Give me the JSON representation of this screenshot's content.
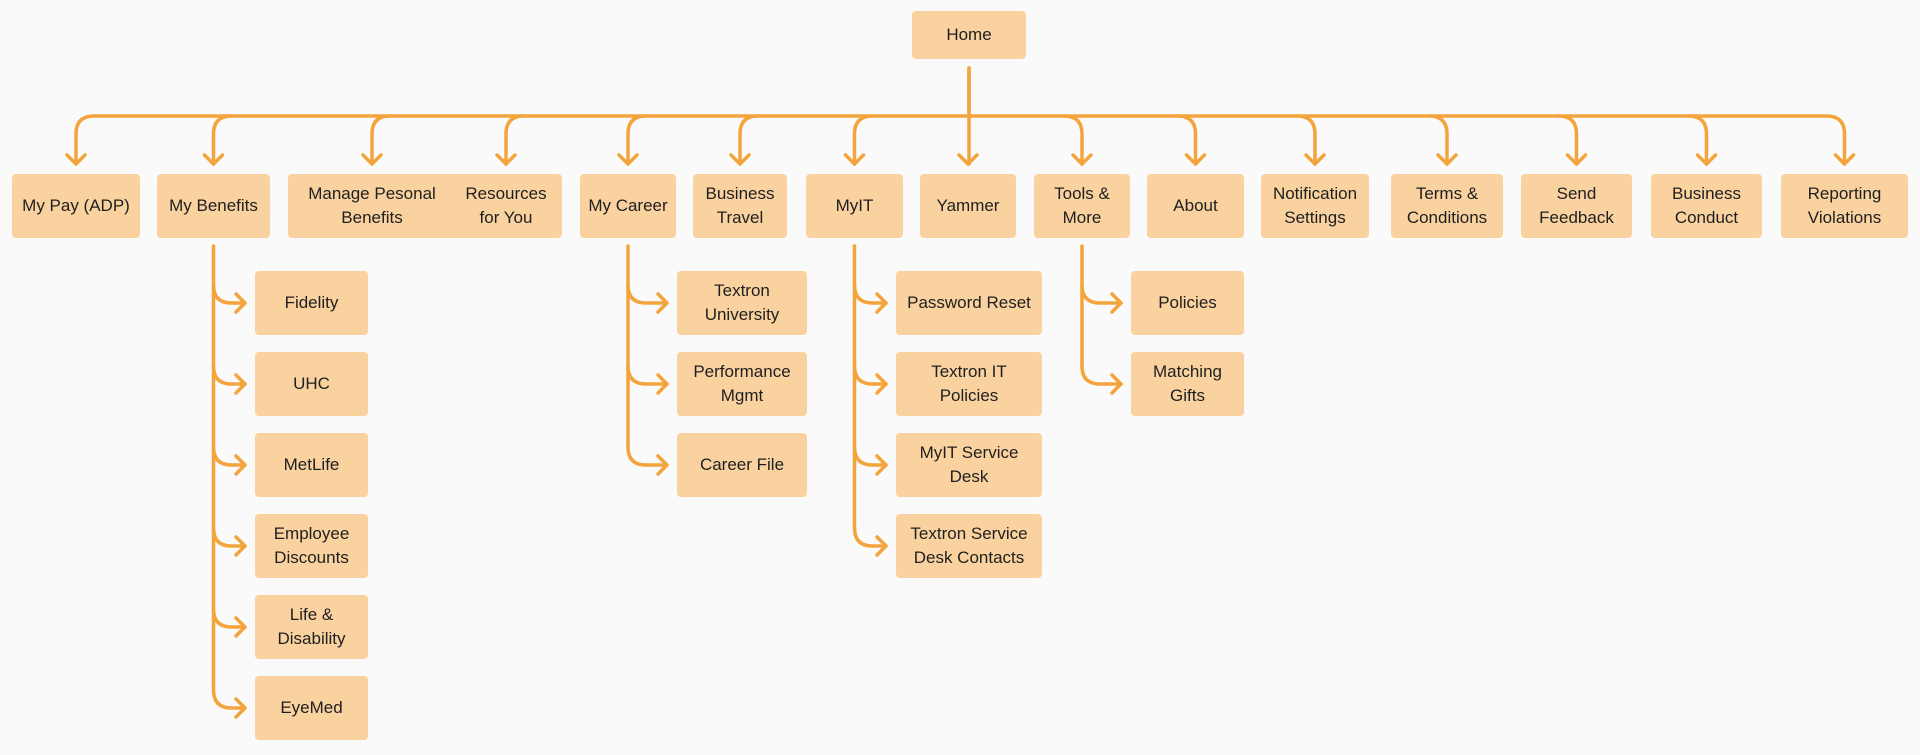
{
  "colors": {
    "node_fill": "#f9d29f",
    "connector": "#f3a43c",
    "background": "#fafafa",
    "text": "#1f1f1f"
  },
  "root": {
    "id": "home",
    "label": "Home"
  },
  "top_level": [
    {
      "id": "my-pay-adp",
      "label": "My Pay (ADP)",
      "children": []
    },
    {
      "id": "my-benefits",
      "label": "My Benefits",
      "children": [
        {
          "id": "fidelity",
          "label": "Fidelity"
        },
        {
          "id": "uhc",
          "label": "UHC"
        },
        {
          "id": "metlife",
          "label": "MetLife"
        },
        {
          "id": "employee-discounts",
          "label": "Employee\nDiscounts"
        },
        {
          "id": "life-disability",
          "label": "Life &\nDisability"
        },
        {
          "id": "eyemed",
          "label": "EyeMed"
        }
      ]
    },
    {
      "id": "manage-pesonal-benefits",
      "label": "Manage Pesonal\nBenefits",
      "children": []
    },
    {
      "id": "resources-for-you",
      "label": "Resources\nfor You",
      "children": []
    },
    {
      "id": "my-career",
      "label": "My Career",
      "children": [
        {
          "id": "textron-university",
          "label": "Textron\nUniversity"
        },
        {
          "id": "performance-mgmt",
          "label": "Performance\nMgmt"
        },
        {
          "id": "career-file",
          "label": "Career File"
        }
      ]
    },
    {
      "id": "business-travel",
      "label": "Business\nTravel",
      "children": []
    },
    {
      "id": "myit",
      "label": "MyIT",
      "children": [
        {
          "id": "password-reset",
          "label": "Password Reset"
        },
        {
          "id": "textron-it-policies",
          "label": "Textron IT\nPolicies"
        },
        {
          "id": "myit-service-desk",
          "label": "MyIT Service\nDesk"
        },
        {
          "id": "textron-service-desk-contacts",
          "label": "Textron Service\nDesk Contacts"
        }
      ]
    },
    {
      "id": "yammer",
      "label": "Yammer",
      "children": []
    },
    {
      "id": "tools-more",
      "label": "Tools &\nMore",
      "children": [
        {
          "id": "policies",
          "label": "Policies"
        },
        {
          "id": "matching-gifts",
          "label": "Matching\nGifts"
        }
      ]
    },
    {
      "id": "about",
      "label": "About",
      "children": []
    },
    {
      "id": "notification-settings",
      "label": "Notification\nSettings",
      "children": []
    },
    {
      "id": "terms-conditions",
      "label": "Terms &\nConditions",
      "children": []
    },
    {
      "id": "send-feedback",
      "label": "Send\nFeedback",
      "children": []
    },
    {
      "id": "business-conduct",
      "label": "Business\nConduct",
      "children": []
    },
    {
      "id": "reporting-violations",
      "label": "Reporting\nViolations",
      "children": []
    }
  ]
}
